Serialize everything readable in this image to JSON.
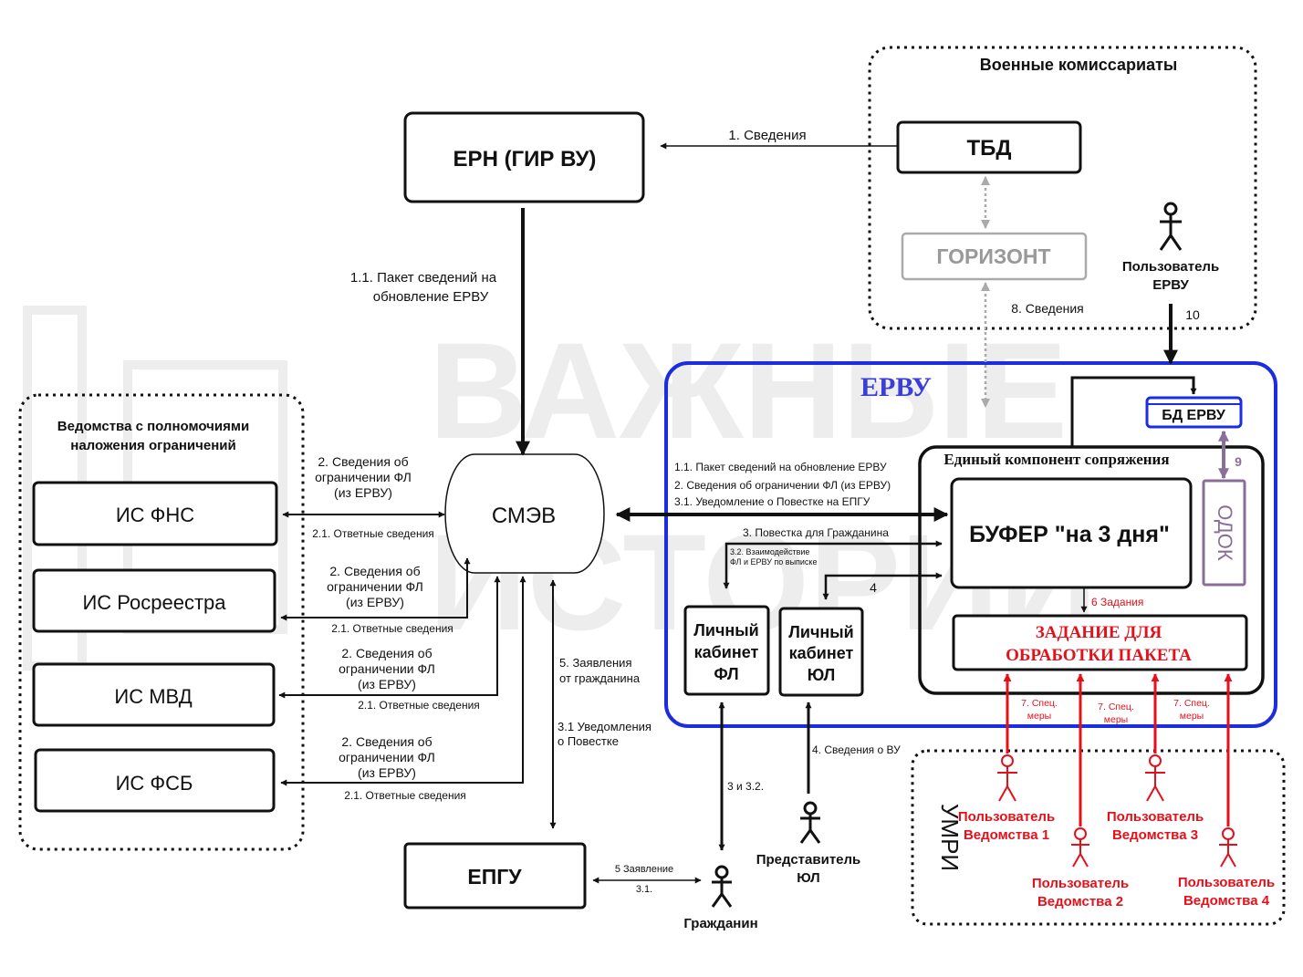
{
  "groups": {
    "military": "Военные комиссариаты",
    "agencies_line1": "Ведомства с полномочиями",
    "agencies_line2": "наложения ограничений",
    "ervu": "ЕРВУ",
    "ekc": "Единый компонент сопряжения",
    "umri": "УМРИ"
  },
  "nodes": {
    "ern": "ЕРН (ГИР ВУ)",
    "tbd": "ТБД",
    "gorizont": "ГОРИЗОНТ",
    "smev": "СМЭВ",
    "is_fns": "ИС ФНС",
    "is_rosreestr": "ИС Росреестра",
    "is_mvd": "ИС МВД",
    "is_fsb": "ИС ФСБ",
    "epgu": "ЕПГУ",
    "bd_ervu": "БД ЕРВУ",
    "bufer": "БУФЕР \"на 3 дня\"",
    "odok": "ОДОК",
    "task_line1": "ЗАДАНИЕ ДЛЯ",
    "task_line2": "ОБРАБОТКИ ПАКЕТА",
    "lk_fl": [
      "Личный",
      "кабинет",
      "ФЛ"
    ],
    "lk_yl": [
      "Личный",
      "кабинет",
      "ЮЛ"
    ]
  },
  "actors": {
    "user_ervu": [
      "Пользователь",
      "ЕРВУ"
    ],
    "citizen": "Гражданин",
    "rep_yl": [
      "Представитель",
      "ЮЛ"
    ],
    "dept1": [
      "Пользователь",
      "Ведомства 1"
    ],
    "dept2": [
      "Пользователь",
      "Ведомства 2"
    ],
    "dept3": [
      "Пользователь",
      "Ведомства 3"
    ],
    "dept4": [
      "Пользователь",
      "Ведомства 4"
    ]
  },
  "edges": {
    "e1": "1. Сведения",
    "e11_line1": "1.1. Пакет сведений на",
    "e11_line2": "обновление ЕРВУ",
    "e8": "8. Сведения",
    "e10": "10",
    "e9": "9",
    "req_fns": [
      "2. Сведения об",
      "ограничении ФЛ",
      "(из ЕРВУ)"
    ],
    "resp_fns": "2.1. Ответные сведения",
    "req_ros": [
      "2. Сведения об",
      "ограничении ФЛ",
      "(из ЕРВУ)"
    ],
    "resp_ros": "2.1. Ответные сведения",
    "req_mvd": [
      "2. Сведения об",
      "ограничении ФЛ",
      "(из ЕРВУ)"
    ],
    "resp_mvd": "2.1. Ответные сведения",
    "req_fsb": [
      "2. Сведения об",
      "ограничении ФЛ",
      "(из ЕРВУ)"
    ],
    "resp_fsb": "2.1. Ответные сведения",
    "smev_ervu": [
      "1.1. Пакет сведений на обновление ЕРВУ",
      "2. Сведения об ограничении ФЛ (из ЕРВУ)",
      "3.1. Уведомление о Повестке на ЕПГУ"
    ],
    "e3": "3. Повестка для Гражданина",
    "e32": [
      "3.2. Взаимодействие",
      "ФЛ и ЕРВУ по выписке"
    ],
    "e4": "4",
    "e6": "6 Задания",
    "e5": [
      "5. Заявления",
      "от гражданина"
    ],
    "e31": [
      "3.1 Уведомления",
      "о Повестке"
    ],
    "e3_32": "3 и 3.2.",
    "e4_vu": "4. Сведения о ВУ",
    "e5_zayav": "5 Заявление",
    "e31_short": "3.1.",
    "e7": [
      "7. Спец.",
      "меры"
    ]
  },
  "watermark": [
    "ВАЖНЫЕ",
    "ИСТОРИИ"
  ],
  "colors": {
    "ervu_blue": "#1a2de0",
    "red": "#e4101a",
    "grey": "#9a9a9a",
    "purple": "#8a6e9a"
  }
}
